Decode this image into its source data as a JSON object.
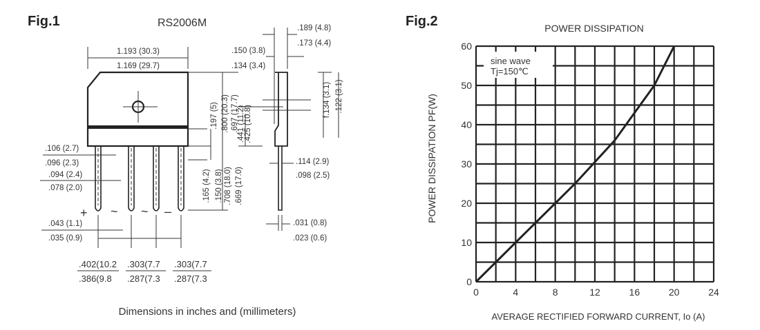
{
  "fig1": {
    "label": "Fig.1",
    "part_number": "RS2006M",
    "caption": "Dimensions in inches and (millimeters)",
    "pin_symbols": [
      "+",
      "~",
      "~",
      "–"
    ],
    "dims": {
      "width_max": "1.193 (30.3)",
      "width_min": "1.169 (29.7)",
      "thick_max": ".189 (4.8)",
      "thick_min": ".173 (4.4)",
      "tab_max": ".150 (3.8)",
      "tab_min": ".134 (3.4)",
      "d197": ".197 (5)",
      "d800": ".800 (20.3)",
      "d697": ".697 (17.7)",
      "d441": ".441 (11.2)",
      "d425": ".425 (10.8)",
      "f134": "f.134 (3.1)",
      "d122": ".122 (3.1)",
      "d165": ".165 (4.2)",
      "d150": ".150 (3.8)",
      "d708": ".708 (18.0)",
      "d669": ".669 (17.0)",
      "d106": ".106 (2.7)",
      "d096": ".096 (2.3)",
      "d094": ".094 (2.4)",
      "d078": ".078 (2.0)",
      "d043": ".043 (1.1)",
      "d035": ".035 (0.9)",
      "d114": ".114 (2.9)",
      "d098": ".098 (2.5)",
      "d031": ".031 (0.8)",
      "d023": ".023 (0.6)",
      "p1_max": ".402(10.2",
      "p1_min": ".386(9.8",
      "p2_max": ".303(7.7",
      "p2_min": ".287(7.3",
      "p3_max": ".303(7.7",
      "p3_min": ".287(7.3"
    }
  },
  "fig2": {
    "label": "Fig.2",
    "legend_line1": "sine wave",
    "legend_line2": "Tj=150℃"
  },
  "chart_data": {
    "type": "line",
    "title": "POWER DISSIPATION",
    "xlabel": "AVERAGE RECTIFIED FORWARD CURRENT, Io (A)",
    "ylabel": "POWER DISSIPATION PF(W)",
    "xlim": [
      0,
      24
    ],
    "ylim": [
      0,
      60
    ],
    "xticks": [
      "0",
      "4",
      "8",
      "12",
      "16",
      "20",
      "24"
    ],
    "yticks": [
      "0",
      "10",
      "20",
      "30",
      "40",
      "50",
      "60"
    ],
    "grid": true,
    "series": [
      {
        "name": "sine wave Tj=150℃",
        "x": [
          0,
          2,
          4,
          6,
          8,
          10,
          12,
          14,
          16,
          18,
          20
        ],
        "y": [
          0,
          5,
          10,
          15,
          20,
          25,
          30.5,
          36,
          43,
          50,
          60
        ]
      }
    ]
  }
}
